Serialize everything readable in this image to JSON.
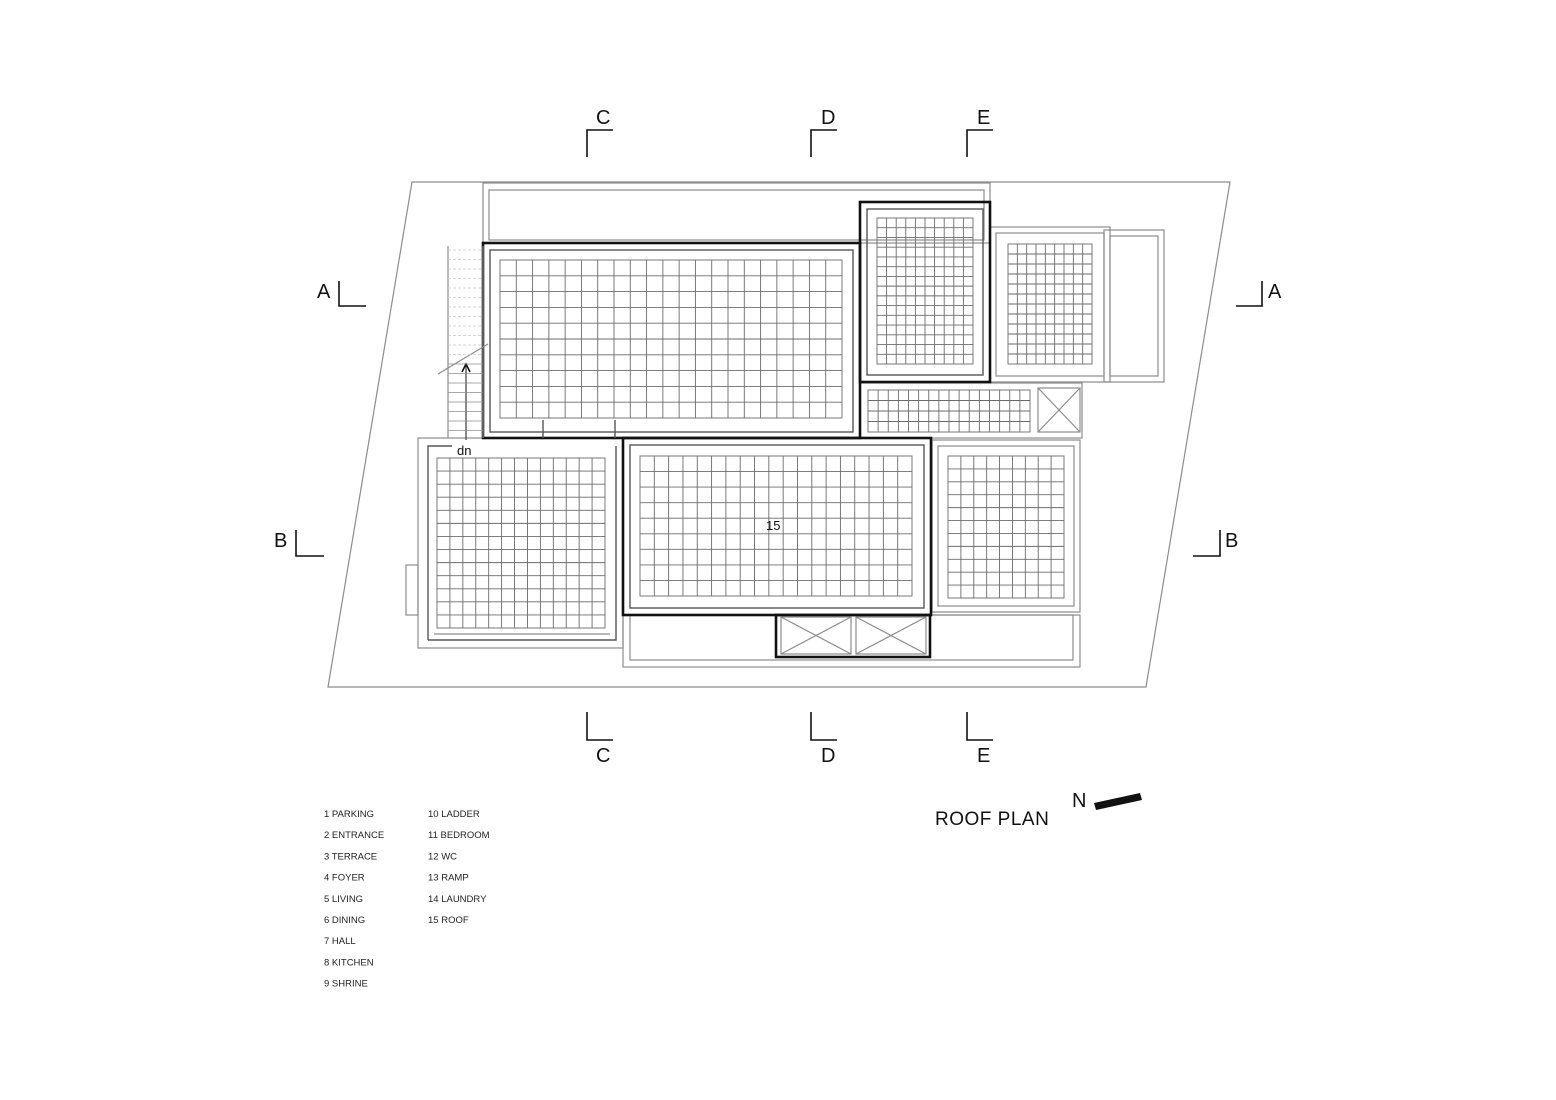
{
  "drawing": {
    "title": "ROOF PLAN",
    "north_label": "N",
    "stair_label": "dn",
    "room_tag": "15"
  },
  "section_marks": {
    "a": "A",
    "b": "B",
    "c": "C",
    "d": "D",
    "e": "E"
  },
  "legend": {
    "col1": [
      "1 PARKING",
      "2 ENTRANCE",
      "3 TERRACE",
      "4 FOYER",
      "5 LIVING",
      "6 DINING",
      "7 HALL",
      "8 KITCHEN",
      "9 SHRINE"
    ],
    "col2": [
      "10 LADDER",
      "11 BEDROOM",
      "12 WC",
      "13 RAMP",
      "14 LAUNDRY",
      "15 ROOF"
    ]
  }
}
